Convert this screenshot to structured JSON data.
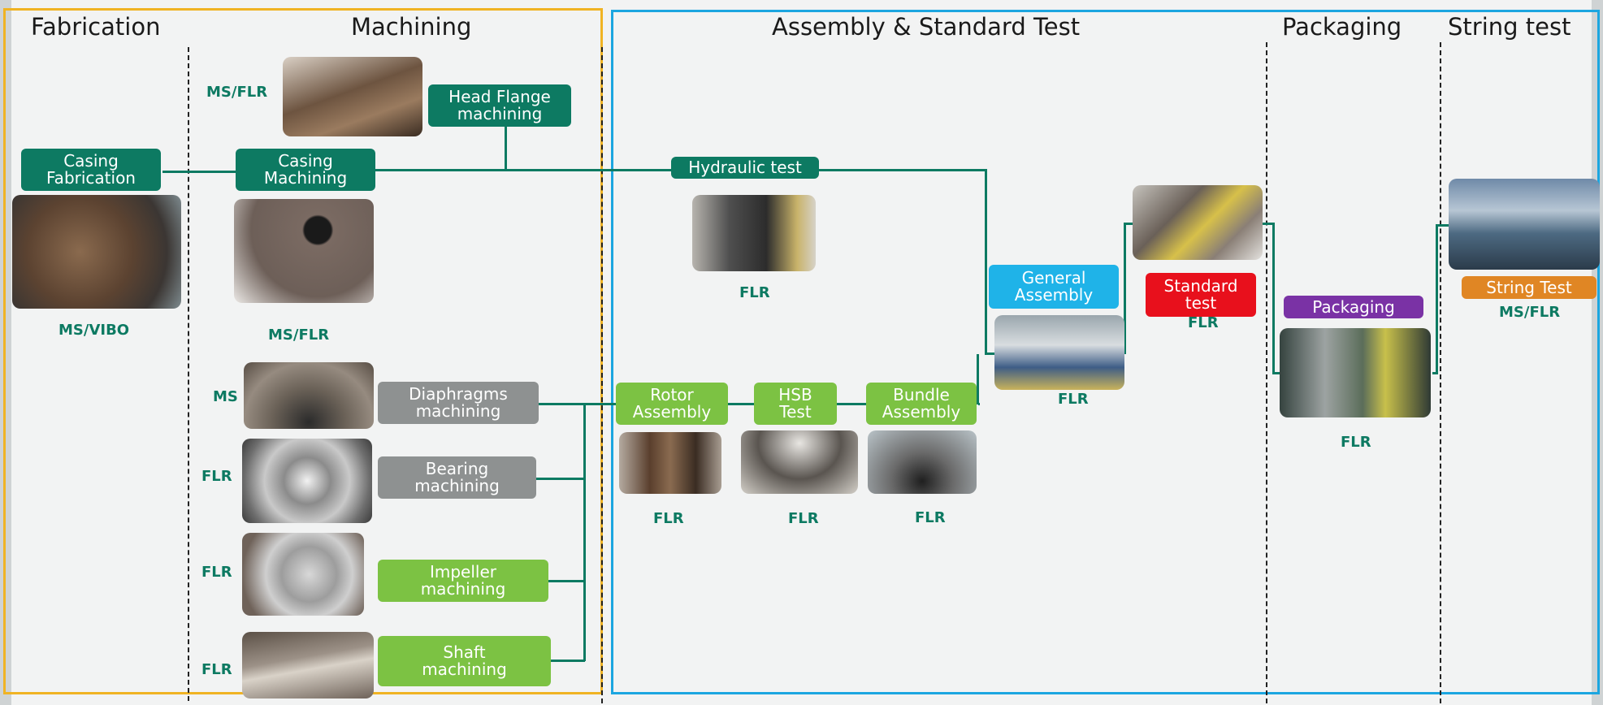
{
  "colors": {
    "machining_frame": "#f0b323",
    "assembly_frame": "#1ca6e0",
    "connector": "#0d7a62",
    "dark_green": "#0d7a62",
    "light_green": "#7cc243",
    "grey": "#8e9191",
    "blue": "#1fb3e8",
    "red": "#e8101c",
    "purple": "#7a32a5",
    "orange": "#e08624"
  },
  "headers": {
    "fabrication": "Fabrication",
    "machining": "Machining",
    "assembly": "Assembly & Standard Test",
    "packaging": "Packaging",
    "string_test": "String test"
  },
  "steps": {
    "casing_fabrication": "Casing\nFabrication",
    "casing_machining": "Casing\nMachining",
    "head_flange": "Head Flange\nmachining",
    "hydraulic_test": "Hydraulic test",
    "diaphragms": "Diaphragms\nmachining",
    "bearing": "Bearing\nmachining",
    "impeller": "Impeller\nmachining",
    "shaft": "Shaft\nmachining",
    "rotor_assembly": "Rotor\nAssembly",
    "hsb_test": "HSB\nTest",
    "bundle_assembly": "Bundle\nAssembly",
    "general_assembly": "General\nAssembly",
    "standard_test": "Standard\ntest",
    "packaging": "Packaging",
    "string_test": "String Test"
  },
  "sites": {
    "casing_fabrication": "MS/VIBO",
    "head_flange": "MS/FLR",
    "casing_machining": "MS/FLR",
    "diaphragms": "MS",
    "bearing": "FLR",
    "impeller": "FLR",
    "shaft": "FLR",
    "hydraulic_test": "FLR",
    "rotor_assembly": "FLR",
    "hsb_test": "FLR",
    "bundle_assembly": "FLR",
    "general_assembly": "FLR",
    "standard_test": "FLR",
    "packaging": "FLR",
    "string_test": "MS/FLR"
  },
  "photos": [
    "head-flange-photo",
    "casing-fabrication-photo",
    "casing-machining-photo",
    "hydraulic-test-photo",
    "diaphragm-photo",
    "bearing-photo",
    "impeller-photo",
    "shaft-photo",
    "rotor-photo",
    "hsb-test-photo",
    "bundle-photo",
    "general-assembly-photo",
    "standard-test-photo",
    "packaging-photo",
    "string-test-photo"
  ]
}
